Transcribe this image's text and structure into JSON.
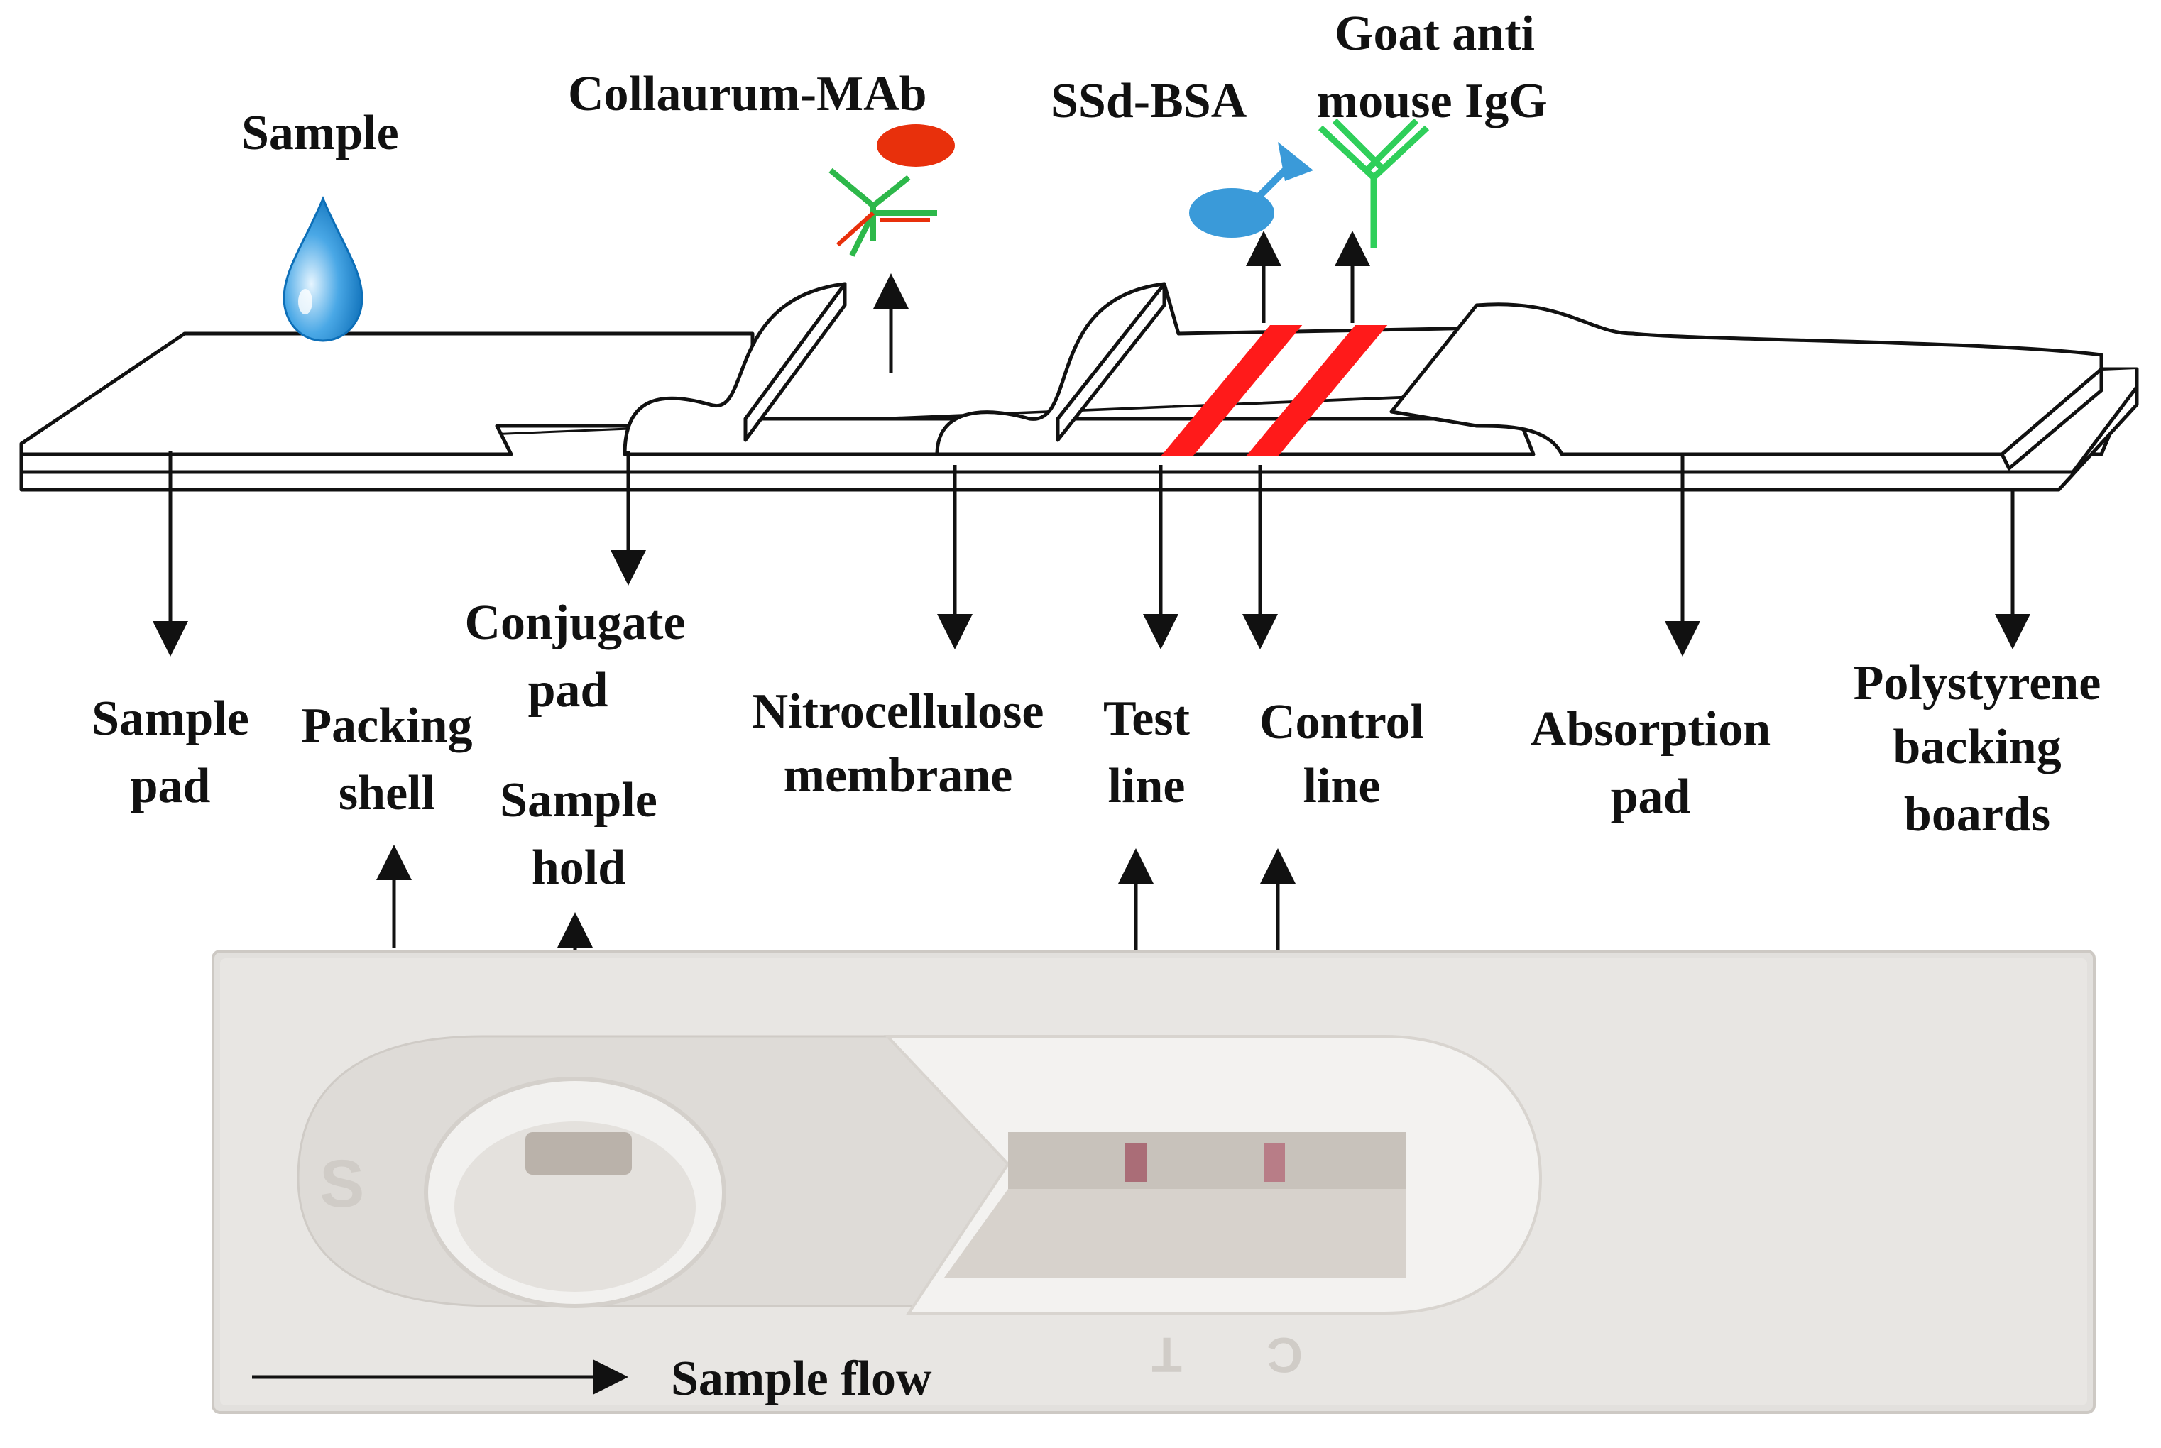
{
  "labels": {
    "sample": "Sample",
    "collaurum": "Collaurum-MAb",
    "ssd_bsa": "SSd-BSA",
    "goat_line1": "Goat anti",
    "goat_line2": "mouse IgG",
    "sample_pad_1": "Sample",
    "sample_pad_2": "pad",
    "packing_1": "Packing",
    "packing_2": "shell",
    "conjugate_1": "Conjugate",
    "conjugate_2": "pad",
    "sample_hold_1": "Sample",
    "sample_hold_2": "hold",
    "nitro_1": "Nitrocellulose",
    "nitro_2": "membrane",
    "test_1": "Test",
    "test_2": "line",
    "control_1": "Control",
    "control_2": "line",
    "absorption_1": "Absorption",
    "absorption_2": "pad",
    "poly_1": "Polystyrene",
    "poly_2": "backing",
    "poly_3": "boards",
    "sample_flow": "Sample flow",
    "cassette_s": "S",
    "cassette_t": "T",
    "cassette_c": "C"
  },
  "colors": {
    "line_red": "#ff1a1a",
    "drop_blue": "#2a8fd6",
    "ssd_blue": "#3a9ad9",
    "collaurum_red": "#e8300c",
    "antibody_green": "#2db84a",
    "igg_green": "#2fcf5a",
    "cassette": "#e2e0dd",
    "cassette_dark": "#cdc9c4",
    "window": "#c8c2bb"
  }
}
